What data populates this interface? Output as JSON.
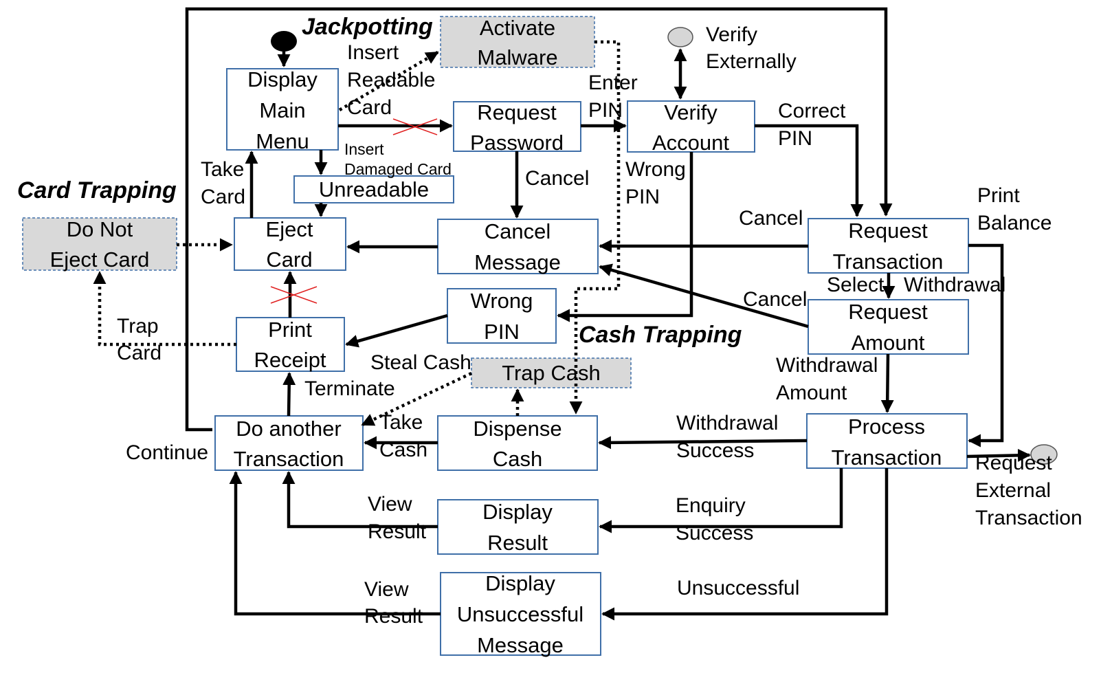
{
  "states": {
    "display_main_menu": [
      "Display",
      "Main",
      "Menu"
    ],
    "request_password": [
      "Request",
      "Password"
    ],
    "verify_account": [
      "Verify",
      "Account"
    ],
    "unreadable": [
      "Unreadable"
    ],
    "eject_card": [
      "Eject",
      "Card"
    ],
    "cancel_message": [
      "Cancel",
      "Message"
    ],
    "request_transaction": [
      "Request",
      "Transaction"
    ],
    "wrong_pin": [
      "Wrong",
      "PIN"
    ],
    "print_receipt": [
      "Print",
      "Receipt"
    ],
    "request_amount": [
      "Request",
      "Amount"
    ],
    "do_another_transaction": [
      "Do another",
      "Transaction"
    ],
    "dispense_cash": [
      "Dispense",
      "Cash"
    ],
    "process_transaction": [
      "Process",
      "Transaction"
    ],
    "display_result": [
      "Display",
      "Result"
    ],
    "display_unsuccessful_message": [
      "Display",
      "Unsuccessful",
      "Message"
    ]
  },
  "threat_states": {
    "activate_malware": [
      "Activate",
      "Malware"
    ],
    "do_not_eject_card": [
      "Do Not",
      "Eject Card"
    ],
    "trap_cash": [
      "Trap Cash"
    ]
  },
  "attacks": {
    "jackpotting": "Jackpotting",
    "card_trapping": "Card Trapping",
    "cash_trapping": "Cash Trapping"
  },
  "transitions": {
    "insert_readable_card": [
      "Insert",
      "Readable",
      "Card"
    ],
    "insert_damaged_card": [
      "Insert",
      "Damaged Card"
    ],
    "take_card": [
      "Take",
      "Card"
    ],
    "enter_pin": [
      "Enter",
      "PIN"
    ],
    "verify_externally": [
      "Verify",
      "Externally"
    ],
    "correct_pin": [
      "Correct",
      "PIN"
    ],
    "wrong_pin": [
      "Wrong",
      "PIN"
    ],
    "cancel_password": [
      "Cancel"
    ],
    "cancel_transaction": [
      "Cancel"
    ],
    "cancel_amount": [
      "Cancel"
    ],
    "print_balance": [
      "Print",
      "Balance"
    ],
    "select_withdrawal": [
      "Select",
      "Withdrawal"
    ],
    "withdrawal_amount": [
      "Withdrawal",
      "Amount"
    ],
    "withdrawal_success": [
      "Withdrawal",
      "Success"
    ],
    "take_cash": [
      "Take",
      "Cash"
    ],
    "steal_cash": [
      "Steal Cash"
    ],
    "terminate": [
      "Terminate"
    ],
    "continue": [
      "Continue"
    ],
    "trap_card": [
      "Trap",
      "Card"
    ],
    "view_result_1": [
      "View",
      "Result"
    ],
    "view_result_2": [
      "View",
      "Result"
    ],
    "enquiry_success": [
      "Enquiry",
      "Success"
    ],
    "unsuccessful": [
      "Unsuccessful"
    ],
    "request_external_transaction": [
      "Request",
      "External",
      "Transaction"
    ]
  }
}
